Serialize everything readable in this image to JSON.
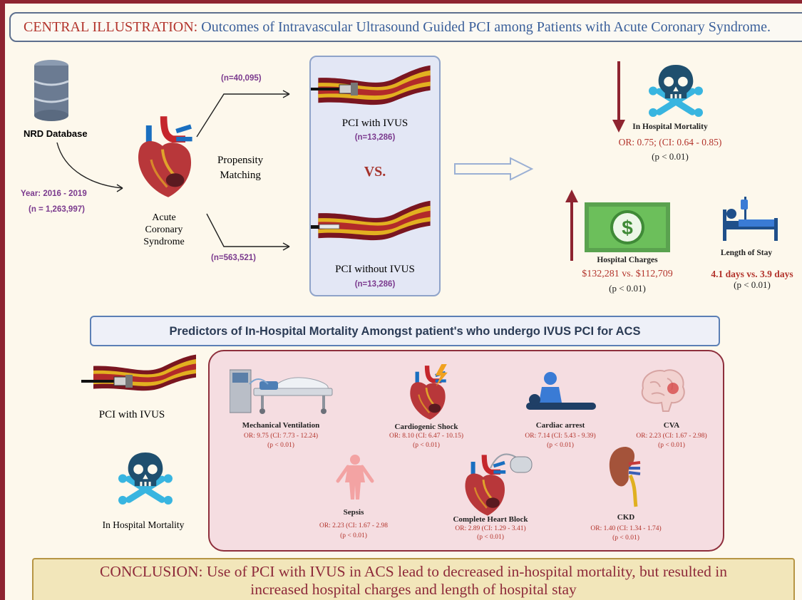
{
  "title": {
    "prefix": "CENTRAL ILLUSTRATION:",
    "text": "Outcomes of Intravascular Ultrasound Guided PCI among Patients with Acute Coronary Syndrome."
  },
  "database": {
    "label": "NRD Database",
    "years": "Year: 2016 - 2019",
    "n": "(n = 1,263,997)"
  },
  "acs_label_lines": [
    "Acute",
    "Coronary",
    "Syndrome"
  ],
  "matching": {
    "upper_n": "(n=40,095)",
    "lower_n": "(n=563,521)",
    "label_lines": [
      "Propensity",
      "Matching"
    ]
  },
  "groups": {
    "with_ivus": "PCI with IVUS",
    "with_ivus_n": "(n=13,286)",
    "vs": "VS.",
    "without_ivus": "PCI without IVUS",
    "without_ivus_n": "(n=13,286)"
  },
  "outcomes": {
    "mortality": {
      "label": "In Hospital Mortality",
      "stat": "OR: 0.75;  (CI: 0.64 - 0.85)",
      "p": "(p < 0.01)",
      "direction": "down"
    },
    "charges": {
      "label": "Hospital Charges",
      "stat": "$132,281 vs. $112,709",
      "p": "(p < 0.01)",
      "direction": "up"
    },
    "los": {
      "label": "Length of Stay",
      "stat": "4.1 days vs. 3.9 days",
      "p": "(p < 0.01)"
    }
  },
  "predictors": {
    "heading": "Predictors of In-Hospital Mortality Amongst patient's who undergo IVUS PCI for ACS",
    "left_label": "PCI with IVUS",
    "left_mortality": "In Hospital Mortality",
    "items": [
      {
        "name": "Mechanical Ventilation",
        "stat": "OR: 9.75  (CI: 7.73 - 12.24)",
        "p": "(p < 0.01)"
      },
      {
        "name": "Cardiogenic Shock",
        "stat": "OR: 8.10  (CI: 6.47 - 10.15)",
        "p": "(p < 0.01)"
      },
      {
        "name": "Cardiac arrest",
        "stat": "OR: 7.14  (CI: 5.43 - 9.39)",
        "p": "(p < 0.01)"
      },
      {
        "name": "CVA",
        "stat": "OR: 2.23  (CI: 1.67 - 2.98)",
        "p": "(p < 0.01)"
      },
      {
        "name": "Sepsis",
        "stat": "OR: 2.23  (CI: 1.67 - 2.98",
        "p": "(p < 0.01)"
      },
      {
        "name": "Complete Heart Block",
        "stat": "OR: 2.89 (CI: 1.29 - 3.41)",
        "p": "(p < 0.01)"
      },
      {
        "name": "CKD",
        "stat": "OR: 1.40 (CI: 1.34 - 1.74)",
        "p": "(p < 0.01)"
      }
    ]
  },
  "conclusion": {
    "line1": "CONCLUSION: Use of PCI with IVUS in ACS lead to decreased in-hospital mortality, but resulted in",
    "line2": "increased hospital charges and length of hospital stay"
  },
  "colors": {
    "frame": "#8e2430",
    "accent_red": "#b3342c",
    "accent_blue": "#3a5f9a",
    "purple": "#7b3a8e",
    "skull": "#1f4f6e",
    "bones": "#38b5e0",
    "money": "#5aa24f"
  },
  "icons": [
    "database-icon",
    "heart-icon",
    "artery-catheter-icon",
    "skull-crossbones-icon",
    "dollar-bill-icon",
    "hospital-bed-icon",
    "ventilator-bed-icon",
    "heart-lightning-icon",
    "cpr-icon",
    "brain-icon",
    "human-body-icon",
    "pacemaker-heart-icon",
    "kidney-icon"
  ]
}
